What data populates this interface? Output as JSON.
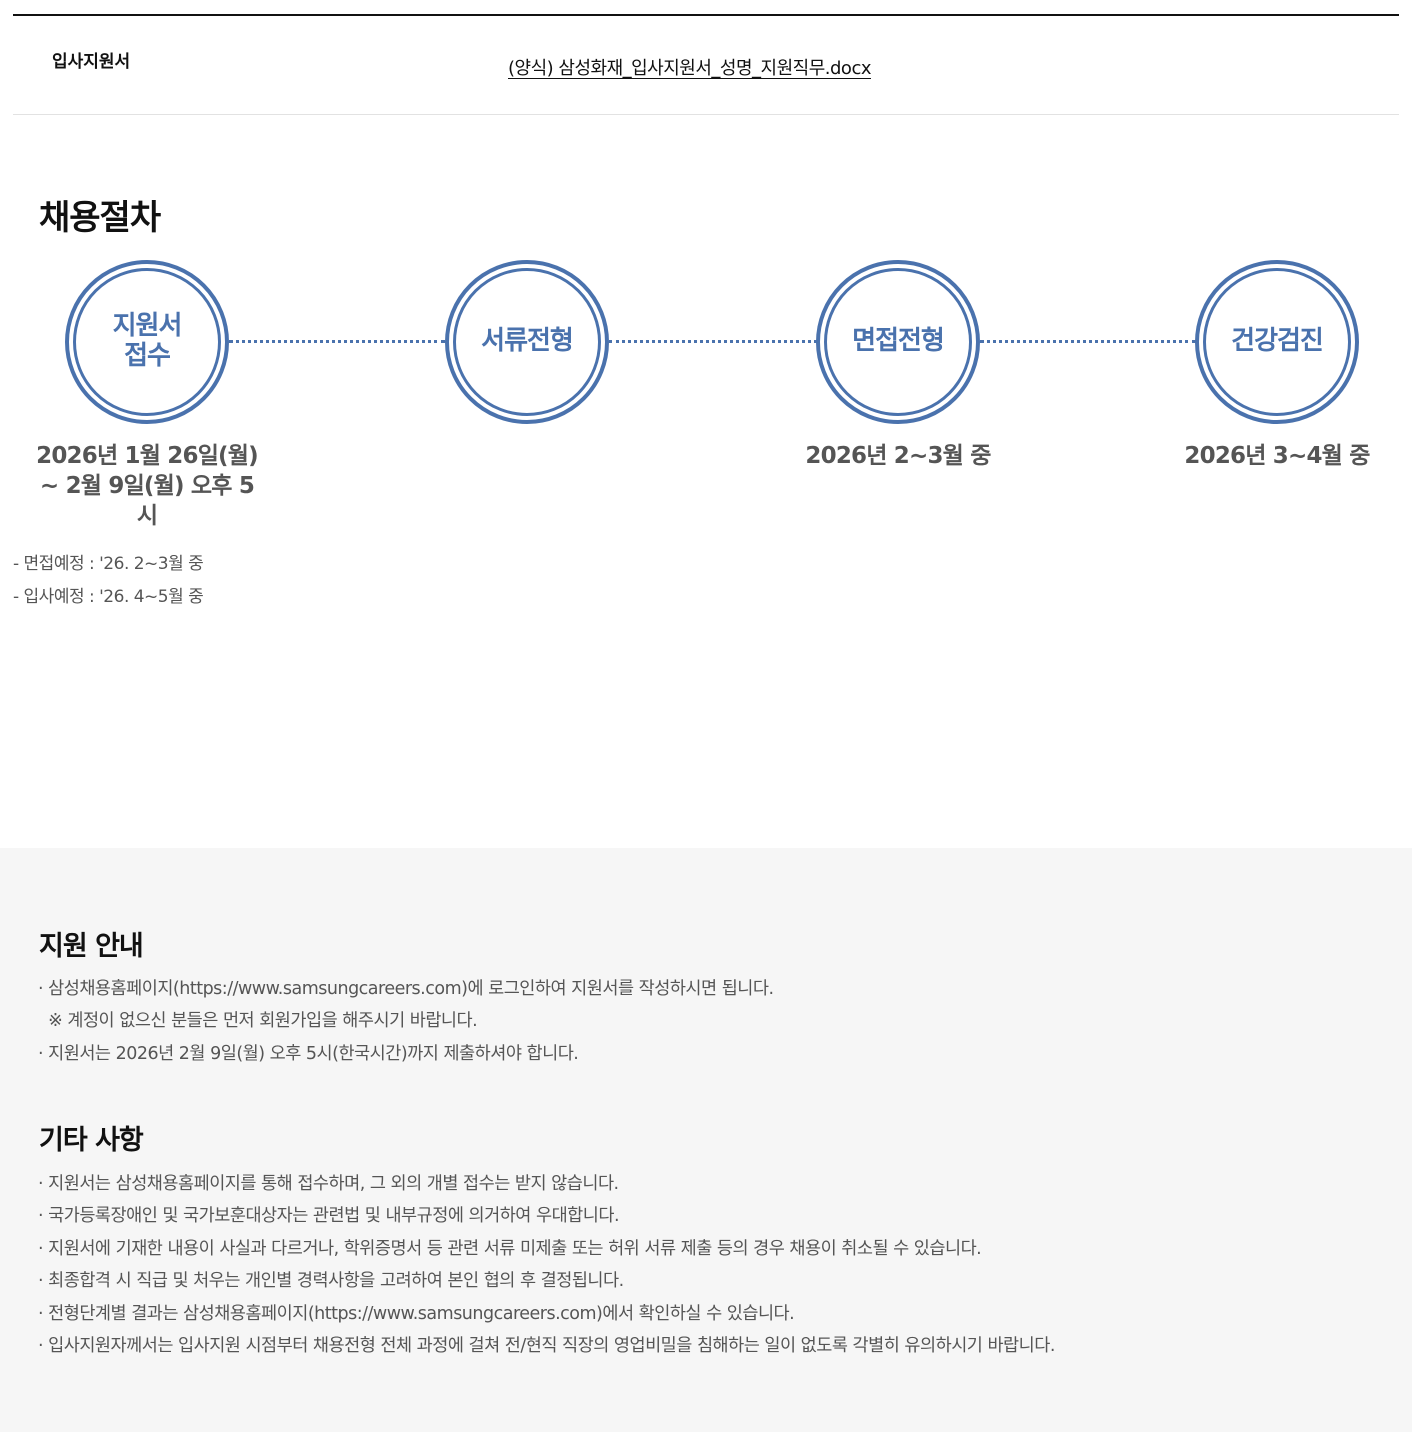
{
  "attachment": {
    "label": "입사지원서",
    "file_name": "(양식) 삼성화재_입사지원서_성명_지원직무.docx"
  },
  "process": {
    "title": "채용절차",
    "steps": [
      {
        "label": "지원서 접수",
        "date": "2026년 1월 26일(월) ~ 2월 9일(월) 오후 5시"
      },
      {
        "label": "서류전형",
        "date": ""
      },
      {
        "label": "면접전형",
        "date": "2026년 2~3월 중"
      },
      {
        "label": "건강검진",
        "date": "2026년 3~4월 중"
      }
    ],
    "notes": [
      "- 면접예정 : '26. 2~3월 중",
      "- 입사예정 : '26. 4~5월 중"
    ]
  },
  "colors": {
    "accent": "#4a72ad"
  },
  "guide": {
    "title": "지원 안내",
    "lines": [
      "· 삼성채용홈페이지(https://www.samsungcareers.com)에 로그인하여 지원서를 작성하시면 됩니다.",
      "  ※ 계정이 없으신 분들은 먼저 회원가입을 해주시기 바랍니다.",
      "· 지원서는 2026년 2월 9일(월) 오후 5시(한국시간)까지 제출하셔야 합니다."
    ]
  },
  "etc": {
    "title": "기타 사항",
    "lines": [
      "· 지원서는 삼성채용홈페이지를 통해 접수하며, 그 외의 개별 접수는 받지 않습니다.",
      "· 국가등록장애인 및 국가보훈대상자는 관련법 및 내부규정에 의거하여 우대합니다.",
      "· 지원서에 기재한 내용이 사실과 다르거나, 학위증명서 등 관련 서류 미제출 또는  허위 서류 제출 등의 경우 채용이 취소될 수 있습니다.",
      "· 최종합격 시 직급 및 처우는 개인별 경력사항을 고려하여 본인 협의 후 결정됩니다.",
      "· 전형단계별 결과는 삼성채용홈페이지(https://www.samsungcareers.com)에서 확인하실 수 있습니다.",
      "· 입사지원자께서는 입사지원 시점부터 채용전형 전체 과정에 걸쳐 전/현직 직장의 영업비밀을 침해하는 일이 없도록 각별히 유의하시기 바랍니다."
    ]
  }
}
